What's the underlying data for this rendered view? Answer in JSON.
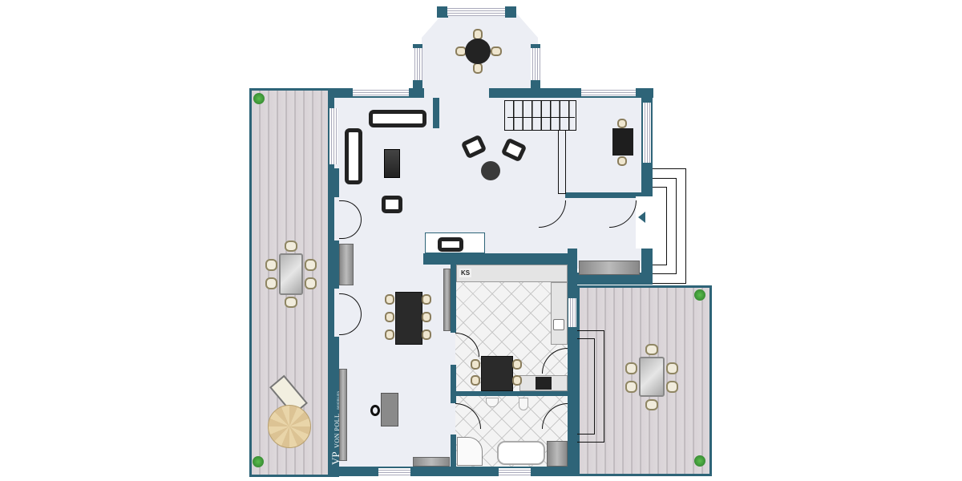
{
  "floor_plan": {
    "type": "ground floor plan",
    "colors": {
      "wall": "#2e6478",
      "floor": "#eceef4",
      "deck": "#d9d3d7",
      "tile": "#f3f3f3"
    },
    "labels": {
      "kitchen_appliance": "KS"
    },
    "logo": {
      "mark": "VP",
      "name": "VON POLL",
      "tagline": "IMMOBILIEN"
    },
    "rooms": [
      {
        "id": "bay-dining",
        "furniture": "round table with 4 chairs"
      },
      {
        "id": "living",
        "furniture": "L-shaped sofa, coffee table, armchairs"
      },
      {
        "id": "dining",
        "furniture": "table with 6 chairs"
      },
      {
        "id": "study",
        "furniture": "desk with office chair"
      },
      {
        "id": "kitchen",
        "furniture": "L-counter, sink, cooktop, table with 4 chairs"
      },
      {
        "id": "bathroom",
        "furniture": "shower, bathtub, toilet, sink"
      },
      {
        "id": "office",
        "furniture": "desk with 2 chairs"
      },
      {
        "id": "hall",
        "furniture": "staircase, wardrobe"
      },
      {
        "id": "terrace-west",
        "furniture": "table with 6 chairs, lounger, parasol, plants"
      },
      {
        "id": "terrace-east",
        "furniture": "table with 6 chairs, plants"
      }
    ]
  }
}
